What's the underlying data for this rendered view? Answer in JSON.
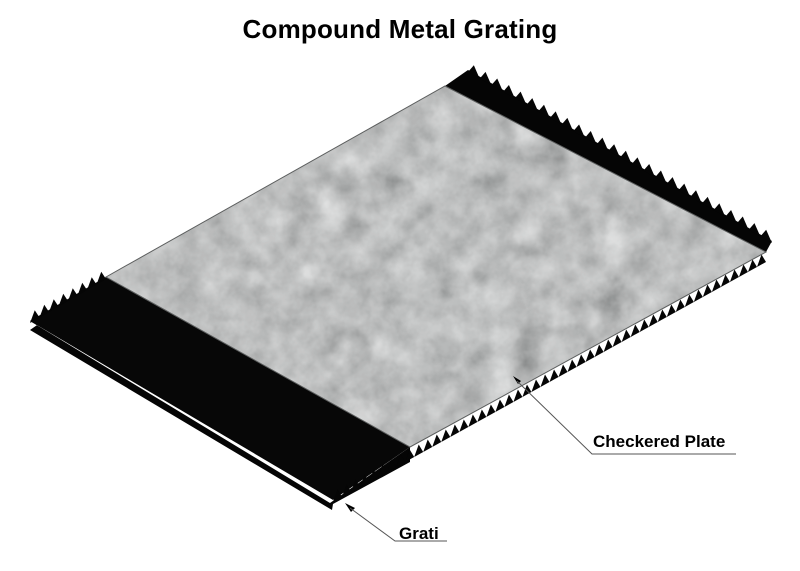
{
  "title": "Compound Metal Grating",
  "callouts": {
    "checkered_plate": "Checkered Plate",
    "grating": "Grati"
  },
  "colors": {
    "background": "#ffffff",
    "grating": "#050505",
    "plate_base": "#8a8c8c",
    "leader_line": "#555555"
  },
  "icons": {
    "arrow": "leader-arrowhead"
  }
}
